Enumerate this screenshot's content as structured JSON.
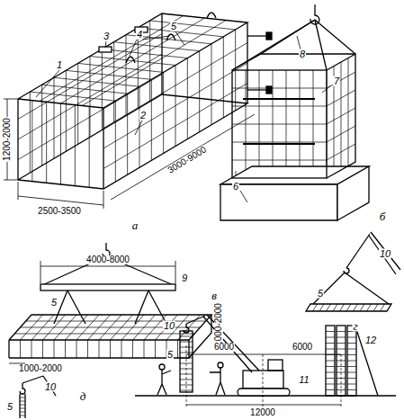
{
  "diagram": {
    "labels": [
      "1",
      "3",
      "4",
      "5",
      "2",
      "1200-2000",
      "2500-3500",
      "3000-9000",
      "а",
      "8",
      "7",
      "6",
      "б",
      "4000-8000",
      "9",
      "5",
      "1000-2000",
      "1000-2000",
      "в",
      "г",
      "5",
      "10",
      "10",
      "5",
      "д",
      "10",
      "6000",
      "6000",
      "5",
      "11",
      "12",
      "12000"
    ]
  }
}
